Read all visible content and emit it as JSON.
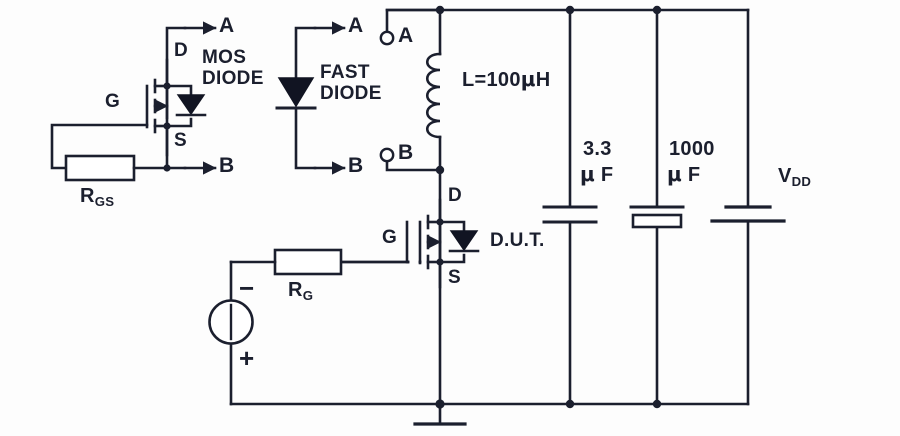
{
  "figure": {
    "kind": "electrical-schematic",
    "title": "Inductive switching test circuit with MOS diode / fast diode clamp selection",
    "line_color": "#1b1f2e",
    "background_color": "#fdfdfd",
    "fill_color": "#111422"
  },
  "blocks": {
    "mos_diode": {
      "caption_line1": "MOS",
      "caption_line2": "DIODE",
      "terminal_a": "A",
      "terminal_b": "B",
      "pin_drain": "D",
      "pin_gate": "G",
      "pin_source": "S",
      "resistor_label_main": "R",
      "resistor_label_sub": "GS"
    },
    "fast_diode": {
      "caption_line1": "FAST",
      "caption_line2": "DIODE",
      "terminal_a": "A",
      "terminal_b": "B"
    },
    "selector": {
      "terminal_a": "A",
      "terminal_b": "B"
    },
    "inductor": {
      "label": "L=100μH",
      "label_prefix": "L=100",
      "label_unit_mu": "μ",
      "label_unit_h": "H",
      "turns": 5
    },
    "cap_film": {
      "value": "3.3",
      "unit_mu": "μ",
      "unit_f": "F",
      "unit": "μ F",
      "type": "film"
    },
    "cap_electrolytic": {
      "value": "1000",
      "unit_mu": "μ",
      "unit_f": "F",
      "unit": "μ F",
      "type": "electrolytic"
    },
    "supply": {
      "label_main": "V",
      "label_sub": "DD",
      "type": "battery"
    },
    "dut": {
      "caption": "D.U.T.",
      "pin_drain": "D",
      "pin_gate": "G",
      "pin_source": "S"
    },
    "gate_resistor": {
      "label_main": "R",
      "label_sub": "G"
    },
    "gate_source": {
      "polarity_negative": "−",
      "polarity_positive": "+",
      "type": "voltage-source"
    },
    "ground": {
      "label": ""
    }
  }
}
